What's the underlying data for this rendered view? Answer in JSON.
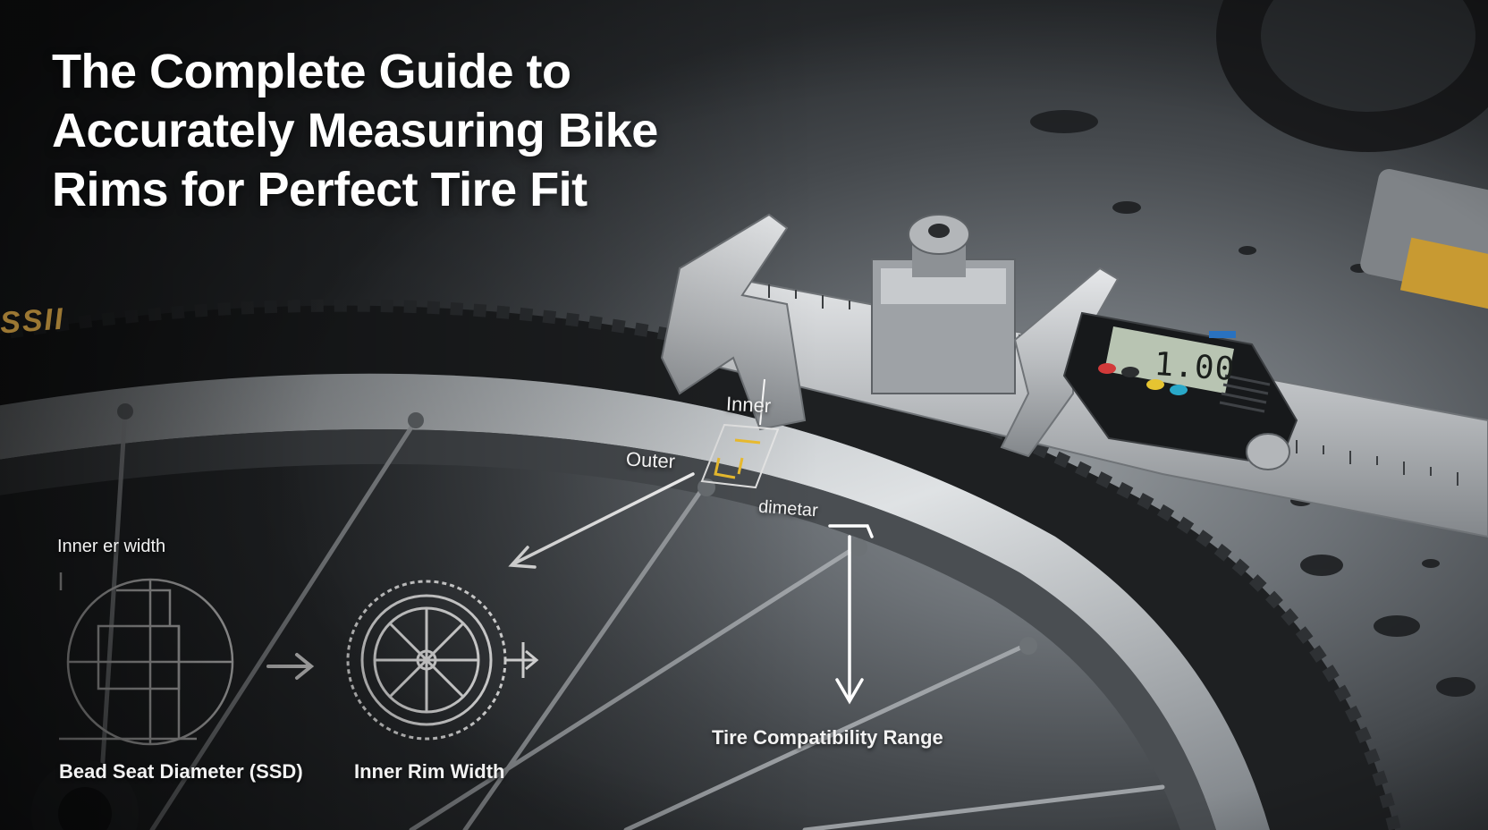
{
  "title_lines": [
    "The Complete Guide to",
    "Accurately Measuring Bike",
    "Rims for Perfect Tire Fit"
  ],
  "labels": {
    "inner_callout": "Inner",
    "outer_callout": "Outer",
    "diameter_callout": "dimetar",
    "inner_rim_width_small": "Inner er width",
    "bead_seat_diameter": "Bead Seat Diameter (SSD)",
    "inner_rim_width": "Inner Rim Width",
    "tire_compatibility_range": "Tire Compatibility Range"
  },
  "caliper_display": "1.00",
  "tire_brand_mark": "SSII",
  "colors": {
    "accent_yellow": "#f2c230",
    "annotation_white": "#ffffff",
    "tire_dark": "#1e2022",
    "steel": "#b9bcbf"
  }
}
